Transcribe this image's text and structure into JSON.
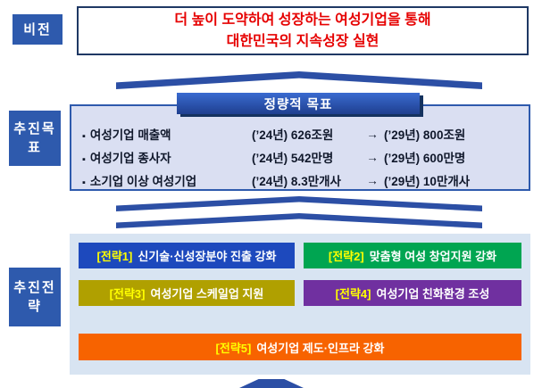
{
  "colors": {
    "label_blue": "#2e5aad",
    "chevron_blue": "#2c4fa5",
    "vision_text_red": "#e60000",
    "header_bar_blue": "#1f3f8f",
    "goals_panel_bg": "#dadff2",
    "strategy_panel_bg": "#d8e4f2",
    "tag_yellow": "#ffff00"
  },
  "vision": {
    "label": "비전",
    "line1": "더 높이 도약하여 성장하는 여성기업을 통해",
    "line2": "대한민국의 지속성장 실현"
  },
  "goals": {
    "label_line1": "추진목",
    "label_line2": "표",
    "header": "정량적 목표",
    "bullet": "▪",
    "arrow": "→",
    "rows": [
      {
        "name": "여성기업 매출액",
        "from": "(’24년) 626조원",
        "to": "(’29년) 800조원"
      },
      {
        "name": "여성기업 종사자",
        "from": "(’24년) 542만명",
        "to": "(’29년) 600만명"
      },
      {
        "name": "소기업 이상 여성기업",
        "from": "(’24년) 8.3만개사",
        "to": "(’29년) 10만개사"
      }
    ]
  },
  "strategies": {
    "label_line1": "추진전",
    "label_line2": "략",
    "tag_color": "#ffff00",
    "items": [
      {
        "tag": "[전략1]",
        "text": "신기술·신성장분야 진출 강화",
        "color": "#1d49bd"
      },
      {
        "tag": "[전략2]",
        "text": "맞춤형 여성 창업지원 강화",
        "color": "#00a551"
      },
      {
        "tag": "[전략3]",
        "text": "여성기업 스케일업 지원",
        "color": "#b0a000"
      },
      {
        "tag": "[전략4]",
        "text": "여성기업 친화환경 조성",
        "color": "#7030a0"
      },
      {
        "tag": "[전략5]",
        "text": "여성기업 제도·인프라 강화",
        "color": "#f76300"
      }
    ]
  }
}
